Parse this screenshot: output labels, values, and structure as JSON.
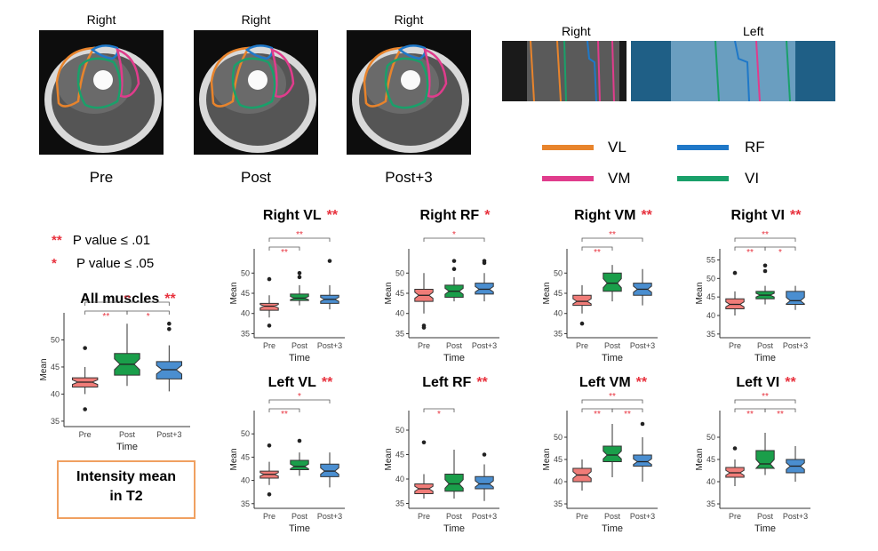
{
  "mri": {
    "panels": [
      {
        "title": "Right",
        "caption": "Pre"
      },
      {
        "title": "Right",
        "caption": "Post"
      },
      {
        "title": "Right",
        "caption": "Post+3"
      }
    ],
    "strip": {
      "right_label": "Right",
      "left_label": "Left"
    }
  },
  "muscle_legend": [
    {
      "label": "VL",
      "color": "#e8842c"
    },
    {
      "label": "RF",
      "color": "#1f78c8"
    },
    {
      "label": "VM",
      "color": "#e03c8c"
    },
    {
      "label": "VI",
      "color": "#1aa06a"
    }
  ],
  "significance_legend": [
    {
      "stars": "**",
      "text": "P value ≤ .01"
    },
    {
      "stars": "*",
      "text": "P value ≤ .05"
    }
  ],
  "callout": {
    "line1": "Intensity mean",
    "line2": "in T2"
  },
  "group_colors": {
    "Pre": "#f07c78",
    "Post": "#1a9e4a",
    "Post+3": "#4a8ed0"
  },
  "chart_data": [
    {
      "id": "all",
      "type": "boxplot",
      "title": "All muscles",
      "stars": "**",
      "xlabel": "Time",
      "ylabel": "Mean",
      "categories": [
        "Pre",
        "Post",
        "Post+3"
      ],
      "ylim": [
        34,
        55
      ],
      "yticks": [
        35,
        40,
        45,
        50
      ],
      "boxes": [
        {
          "q1": 41.3,
          "median": 42.2,
          "q3": 43.0,
          "low": 40.0,
          "high": 45.0,
          "outliers": [
            48.5,
            37.2
          ]
        },
        {
          "q1": 43.5,
          "median": 45.5,
          "q3": 47.5,
          "low": 41.5,
          "high": 53.0,
          "outliers": []
        },
        {
          "q1": 42.8,
          "median": 44.5,
          "q3": 46.0,
          "low": 40.5,
          "high": 49.0,
          "outliers": [
            52.0,
            53.0
          ]
        }
      ],
      "brackets": [
        {
          "from": 0,
          "to": 1,
          "label": "**",
          "level": 0
        },
        {
          "from": 1,
          "to": 2,
          "label": "*",
          "level": 0
        },
        {
          "from": 0,
          "to": 2,
          "label": "**",
          "level": 1
        }
      ]
    },
    {
      "id": "rvl",
      "type": "boxplot",
      "title": "Right VL",
      "stars": "**",
      "xlabel": "Time",
      "ylabel": "Mean",
      "categories": [
        "Pre",
        "Post",
        "Post+3"
      ],
      "ylim": [
        34,
        56
      ],
      "yticks": [
        35,
        40,
        45,
        50
      ],
      "boxes": [
        {
          "q1": 40.8,
          "median": 41.8,
          "q3": 42.5,
          "low": 39.0,
          "high": 44.5,
          "outliers": [
            48.5,
            37.0
          ]
        },
        {
          "q1": 43.2,
          "median": 43.8,
          "q3": 44.8,
          "low": 42.0,
          "high": 47.0,
          "outliers": [
            49.0,
            50.0
          ]
        },
        {
          "q1": 42.5,
          "median": 43.5,
          "q3": 44.5,
          "low": 41.0,
          "high": 47.0,
          "outliers": [
            53.0
          ]
        }
      ],
      "brackets": [
        {
          "from": 0,
          "to": 1,
          "label": "**",
          "level": 0
        },
        {
          "from": 0,
          "to": 2,
          "label": "**",
          "level": 1
        }
      ]
    },
    {
      "id": "rrf",
      "type": "boxplot",
      "title": "Right RF",
      "stars": "*",
      "xlabel": "Time",
      "ylabel": "Mean",
      "categories": [
        "Pre",
        "Post",
        "Post+3"
      ],
      "ylim": [
        34,
        56
      ],
      "yticks": [
        35,
        40,
        45,
        50
      ],
      "boxes": [
        {
          "q1": 43.0,
          "median": 44.5,
          "q3": 46.0,
          "low": 40.0,
          "high": 50.0,
          "outliers": [
            37.0,
            36.5
          ]
        },
        {
          "q1": 44.0,
          "median": 45.5,
          "q3": 47.0,
          "low": 43.0,
          "high": 49.0,
          "outliers": [
            51.0,
            53.0
          ]
        },
        {
          "q1": 44.8,
          "median": 46.0,
          "q3": 47.5,
          "low": 43.0,
          "high": 50.0,
          "outliers": [
            53.0,
            52.5
          ]
        }
      ],
      "brackets": [
        {
          "from": 0,
          "to": 2,
          "label": "*",
          "level": 1
        }
      ]
    },
    {
      "id": "rvm",
      "type": "boxplot",
      "title": "Right VM",
      "stars": "**",
      "xlabel": "Time",
      "ylabel": "Mean",
      "categories": [
        "Pre",
        "Post",
        "Post+3"
      ],
      "ylim": [
        34,
        56
      ],
      "yticks": [
        35,
        40,
        45,
        50
      ],
      "boxes": [
        {
          "q1": 42.0,
          "median": 43.0,
          "q3": 44.5,
          "low": 40.0,
          "high": 47.0,
          "outliers": [
            37.5
          ]
        },
        {
          "q1": 45.5,
          "median": 47.5,
          "q3": 50.0,
          "low": 43.0,
          "high": 52.0,
          "outliers": []
        },
        {
          "q1": 44.5,
          "median": 46.0,
          "q3": 47.5,
          "low": 42.0,
          "high": 51.0,
          "outliers": []
        }
      ],
      "brackets": [
        {
          "from": 0,
          "to": 1,
          "label": "**",
          "level": 0
        },
        {
          "from": 0,
          "to": 2,
          "label": "**",
          "level": 1
        }
      ]
    },
    {
      "id": "rvi",
      "type": "boxplot",
      "title": "Right VI",
      "stars": "**",
      "xlabel": "Time",
      "ylabel": "Mean",
      "categories": [
        "Pre",
        "Post",
        "Post+3"
      ],
      "ylim": [
        34,
        58
      ],
      "yticks": [
        35,
        40,
        45,
        50,
        55
      ],
      "boxes": [
        {
          "q1": 41.8,
          "median": 43.0,
          "q3": 44.5,
          "low": 40.0,
          "high": 46.5,
          "outliers": [
            51.5
          ]
        },
        {
          "q1": 44.5,
          "median": 45.5,
          "q3": 46.5,
          "low": 43.0,
          "high": 48.0,
          "outliers": [
            52.0,
            53.5
          ]
        },
        {
          "q1": 43.0,
          "median": 44.0,
          "q3": 46.5,
          "low": 41.5,
          "high": 48.0,
          "outliers": []
        }
      ],
      "brackets": [
        {
          "from": 0,
          "to": 1,
          "label": "**",
          "level": 0
        },
        {
          "from": 1,
          "to": 2,
          "label": "*",
          "level": 0
        },
        {
          "from": 0,
          "to": 2,
          "label": "**",
          "level": 1
        }
      ]
    },
    {
      "id": "lvl",
      "type": "boxplot",
      "title": "Left VL",
      "stars": "**",
      "xlabel": "Time",
      "ylabel": "Mean",
      "categories": [
        "Pre",
        "Post",
        "Post+3"
      ],
      "ylim": [
        34,
        55
      ],
      "yticks": [
        35,
        40,
        45,
        50
      ],
      "boxes": [
        {
          "q1": 40.5,
          "median": 41.3,
          "q3": 42.0,
          "low": 39.0,
          "high": 44.0,
          "outliers": [
            47.5,
            37.0
          ]
        },
        {
          "q1": 42.3,
          "median": 43.0,
          "q3": 44.3,
          "low": 41.0,
          "high": 46.0,
          "outliers": [
            48.5
          ]
        },
        {
          "q1": 40.8,
          "median": 42.0,
          "q3": 43.5,
          "low": 38.5,
          "high": 46.0,
          "outliers": []
        }
      ],
      "brackets": [
        {
          "from": 0,
          "to": 1,
          "label": "**",
          "level": 0
        },
        {
          "from": 0,
          "to": 2,
          "label": "*",
          "level": 1
        }
      ]
    },
    {
      "id": "lrf",
      "type": "boxplot",
      "title": "Left RF",
      "stars": "**",
      "xlabel": "Time",
      "ylabel": "Mean",
      "categories": [
        "Pre",
        "Post",
        "Post+3"
      ],
      "ylim": [
        34,
        54
      ],
      "yticks": [
        35,
        40,
        45,
        50
      ],
      "boxes": [
        {
          "q1": 37.0,
          "median": 38.0,
          "q3": 39.0,
          "low": 36.0,
          "high": 41.0,
          "outliers": [
            47.5
          ]
        },
        {
          "q1": 37.5,
          "median": 39.0,
          "q3": 41.0,
          "low": 36.0,
          "high": 46.0,
          "outliers": []
        },
        {
          "q1": 38.0,
          "median": 39.0,
          "q3": 40.5,
          "low": 35.5,
          "high": 43.0,
          "outliers": [
            45.0
          ]
        }
      ],
      "brackets": [
        {
          "from": 0,
          "to": 1,
          "label": "*",
          "level": 0
        }
      ]
    },
    {
      "id": "lvm",
      "type": "boxplot",
      "title": "Left VM",
      "stars": "**",
      "xlabel": "Time",
      "ylabel": "Mean",
      "categories": [
        "Pre",
        "Post",
        "Post+3"
      ],
      "ylim": [
        34,
        56
      ],
      "yticks": [
        35,
        40,
        45,
        50
      ],
      "boxes": [
        {
          "q1": 40.0,
          "median": 41.5,
          "q3": 43.0,
          "low": 38.0,
          "high": 45.0,
          "outliers": []
        },
        {
          "q1": 44.5,
          "median": 46.0,
          "q3": 48.0,
          "low": 41.0,
          "high": 53.0,
          "outliers": []
        },
        {
          "q1": 43.5,
          "median": 44.5,
          "q3": 46.0,
          "low": 40.0,
          "high": 50.0,
          "outliers": [
            53.0
          ]
        }
      ],
      "brackets": [
        {
          "from": 0,
          "to": 1,
          "label": "**",
          "level": 0
        },
        {
          "from": 1,
          "to": 2,
          "label": "**",
          "level": 0
        },
        {
          "from": 0,
          "to": 2,
          "label": "**",
          "level": 1
        }
      ]
    },
    {
      "id": "lvi",
      "type": "boxplot",
      "title": "Left VI",
      "stars": "**",
      "xlabel": "Time",
      "ylabel": "Mean",
      "categories": [
        "Pre",
        "Post",
        "Post+3"
      ],
      "ylim": [
        34,
        56
      ],
      "yticks": [
        35,
        40,
        45,
        50
      ],
      "boxes": [
        {
          "q1": 41.0,
          "median": 42.0,
          "q3": 43.2,
          "low": 39.0,
          "high": 45.0,
          "outliers": [
            47.5
          ]
        },
        {
          "q1": 43.0,
          "median": 44.0,
          "q3": 47.0,
          "low": 41.5,
          "high": 51.0,
          "outliers": []
        },
        {
          "q1": 42.0,
          "median": 43.5,
          "q3": 45.0,
          "low": 40.0,
          "high": 48.0,
          "outliers": []
        }
      ],
      "brackets": [
        {
          "from": 0,
          "to": 1,
          "label": "**",
          "level": 0
        },
        {
          "from": 1,
          "to": 2,
          "label": "**",
          "level": 0
        },
        {
          "from": 0,
          "to": 2,
          "label": "**",
          "level": 1
        }
      ]
    }
  ]
}
